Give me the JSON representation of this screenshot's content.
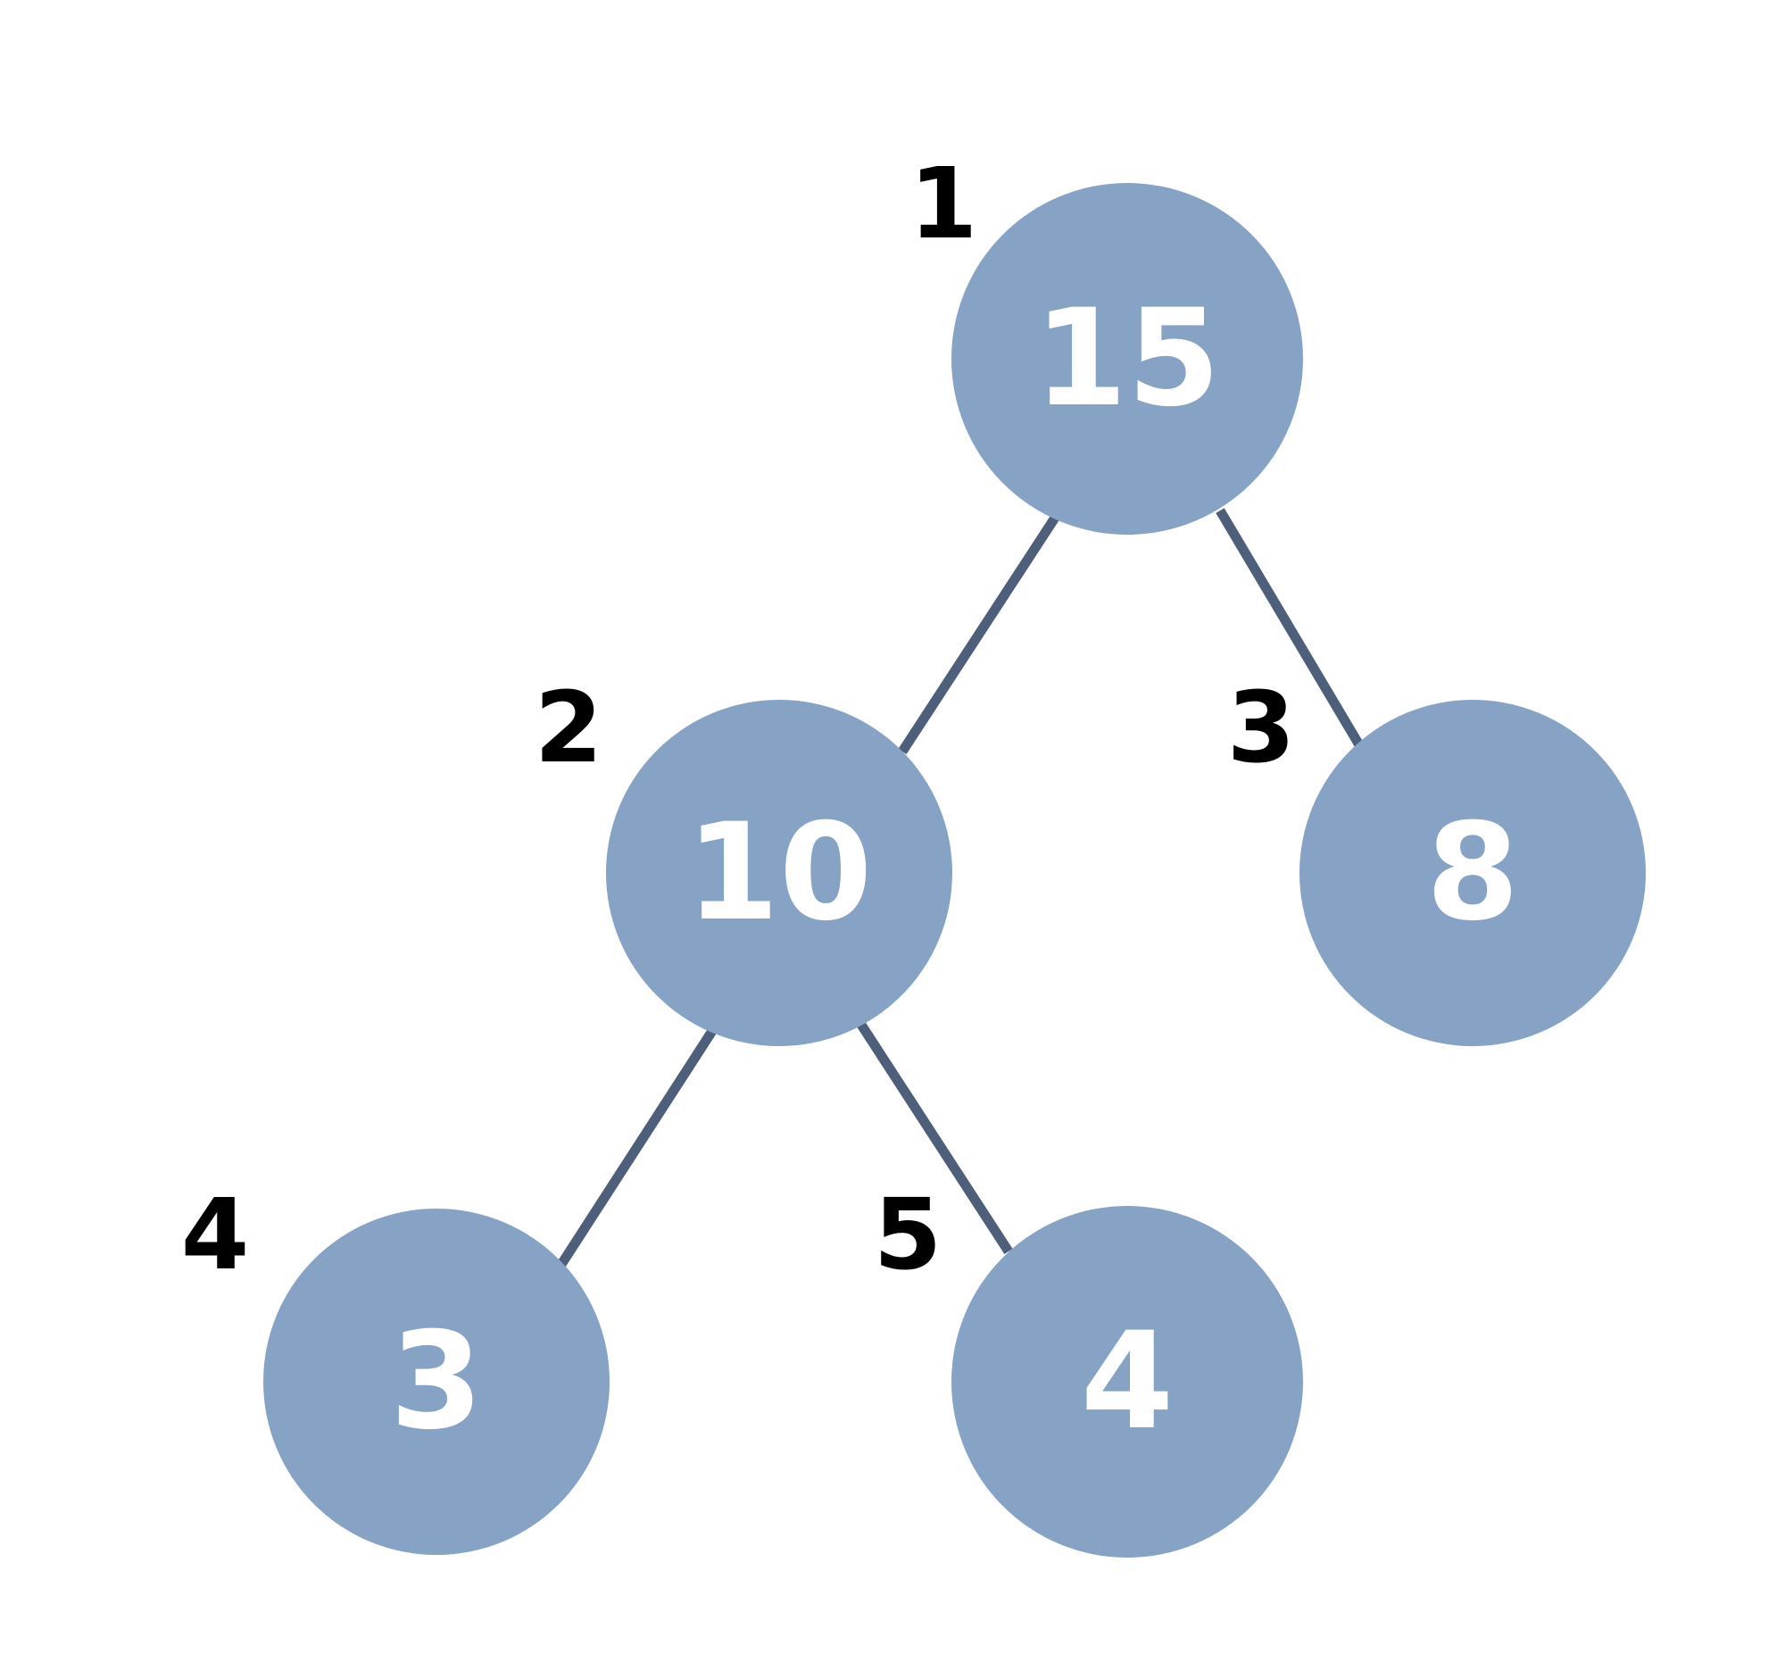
{
  "tree": {
    "nodes": [
      {
        "id": "n1",
        "index": "1",
        "value": "15"
      },
      {
        "id": "n2",
        "index": "2",
        "value": "10"
      },
      {
        "id": "n3",
        "index": "3",
        "value": "8"
      },
      {
        "id": "n4",
        "index": "4",
        "value": "3"
      },
      {
        "id": "n5",
        "index": "5",
        "value": "4"
      }
    ],
    "edges": [
      {
        "from": "n1",
        "to": "n2"
      },
      {
        "from": "n1",
        "to": "n3"
      },
      {
        "from": "n2",
        "to": "n4"
      },
      {
        "from": "n2",
        "to": "n5"
      }
    ]
  },
  "colors": {
    "node_fill": "#86a2c4",
    "edge": "#4d5f7a",
    "node_text": "#ffffff",
    "index_text": "#000000"
  }
}
